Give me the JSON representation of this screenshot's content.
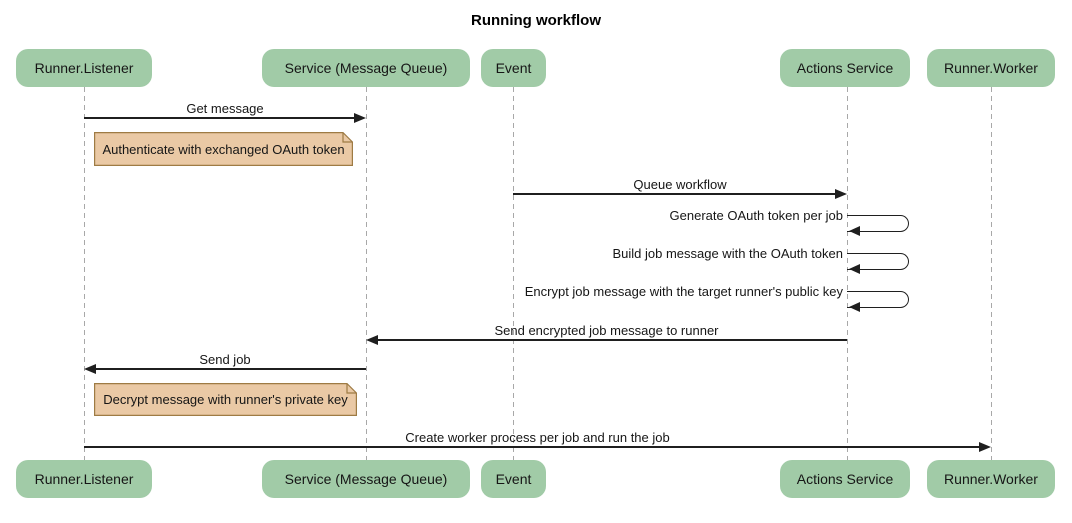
{
  "title": "Running workflow",
  "participants": [
    {
      "label": "Runner.Listener"
    },
    {
      "label": "Service (Message Queue)"
    },
    {
      "label": "Event"
    },
    {
      "label": "Actions Service"
    },
    {
      "label": "Runner.Worker"
    }
  ],
  "messages": [
    {
      "type": "arrow",
      "from": "Runner.Listener",
      "to": "Service (Message Queue)",
      "label": "Get message"
    },
    {
      "type": "note",
      "over": "Runner.Listener",
      "label": "Authenticate with exchanged OAuth token"
    },
    {
      "type": "arrow",
      "from": "Event",
      "to": "Actions Service",
      "label": "Queue workflow"
    },
    {
      "type": "self",
      "on": "Actions Service",
      "label": "Generate OAuth token per job"
    },
    {
      "type": "self",
      "on": "Actions Service",
      "label": "Build job message with the OAuth token"
    },
    {
      "type": "self",
      "on": "Actions Service",
      "label": "Encrypt job message with the target runner's public key"
    },
    {
      "type": "arrow",
      "from": "Actions Service",
      "to": "Service (Message Queue)",
      "label": "Send encrypted job message to runner"
    },
    {
      "type": "arrow",
      "from": "Service (Message Queue)",
      "to": "Runner.Listener",
      "label": "Send job"
    },
    {
      "type": "note",
      "over": "Runner.Listener",
      "label": "Decrypt message with runner's private key"
    },
    {
      "type": "arrow",
      "from": "Runner.Listener",
      "to": "Runner.Worker",
      "label": "Create worker process per job and run the job"
    }
  ],
  "colors": {
    "participant_fill": "#a1cba7",
    "note_fill": "#eac9a5",
    "note_border": "#9e7b44",
    "lifeline": "#a8a8a8",
    "line": "#1f1f1f"
  }
}
